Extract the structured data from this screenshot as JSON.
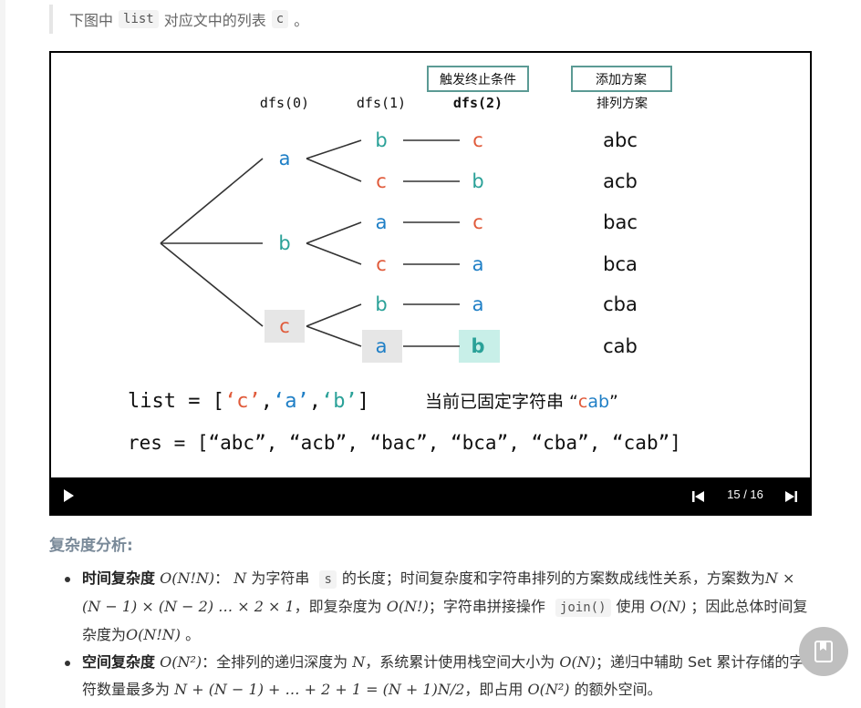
{
  "intro": {
    "before": "下图中",
    "code1": "list",
    "middle": "对应文中的列表",
    "code2": "c",
    "after": "。"
  },
  "slide": {
    "labels": {
      "trigger": "触发终止条件",
      "add": "添加方案",
      "perm": "排列方案",
      "dfs0": "dfs(0)",
      "dfs1": "dfs(1)",
      "dfs2": "dfs(2)"
    },
    "level0": [
      "a",
      "b",
      "c"
    ],
    "level1": [
      "b",
      "c",
      "a",
      "c",
      "b",
      "a"
    ],
    "level2": [
      "c",
      "b",
      "c",
      "a",
      "a",
      "b"
    ],
    "perms": [
      "abc",
      "acb",
      "bac",
      "bca",
      "cba",
      "cab"
    ],
    "list_line": {
      "prefix": "list = [",
      "q1": "‘c’",
      "q2": "‘a’",
      "q3": "‘b’",
      "suffix": "]",
      "comma": ","
    },
    "fixed": {
      "label": "当前已固定字符串",
      "open": "“",
      "c": "c",
      "ab": "ab",
      "close": "”"
    },
    "res_line": "res = [“abc”, “acb”, “bac”, “bca”, “cba”, “cab”]",
    "colors": {
      "a": "#1f7fc6",
      "b": "#2aa198",
      "c": "#e05a3a",
      "hl_gray": "#e6e6e6",
      "hl_teal": "#c8efe8"
    }
  },
  "player": {
    "current": "15",
    "sep": " / ",
    "total": "16"
  },
  "complexity": {
    "heading": "复杂度分析:",
    "time": {
      "title": "时间复杂度",
      "f1": "O(N!N)",
      "t1": "：",
      "N": "N",
      "t2": "为字符串",
      "s": "s",
      "t3": "的长度；时间复杂度和字符串排列的方案数成线性关系，方案数为",
      "f2": "N × (N − 1) × (N − 2) … × 2 × 1",
      "t4": "，即复杂度为",
      "f3": "O(N!)",
      "t5": "；字符串拼接操作",
      "join": "join()",
      "t6": "使用",
      "f4": "O(N)",
      "t7": "；因此总体时间复杂度为",
      "f5": "O(N!N)",
      "t8": "。"
    },
    "space": {
      "title": "空间复杂度",
      "f1": "O(N²)",
      "t1": "：全排列的递归深度为",
      "N": "N",
      "t2": "，系统累计使用栈空间大小为",
      "f2": "O(N)",
      "t3": "；递归中辅助 Set 累计存储的字符数量最多为",
      "f3": "N + (N − 1) + … + 2 + 1 = (N + 1)N/2",
      "t4": "，即占用",
      "f4": "O(N²)",
      "t5": "的额外空间。"
    }
  }
}
